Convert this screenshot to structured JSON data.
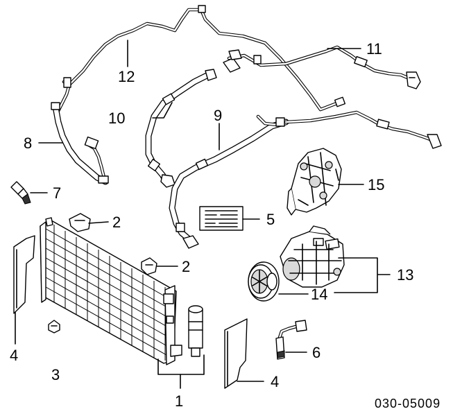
{
  "diagram_code": "030-05009",
  "callouts": {
    "condenser": "1",
    "bracket_upper": "2",
    "bracket_lower": "2",
    "cap_valve": "3",
    "seal_left": "4",
    "seal_right": "4",
    "label": "5",
    "pressure_switch": "6",
    "sensor": "7",
    "hose_8": "8",
    "hose_9": "9",
    "hose_10": "10",
    "pipe_11": "11",
    "pipe_12": "12",
    "compressor": "13",
    "clutch": "14",
    "compressor_bracket": "15"
  }
}
